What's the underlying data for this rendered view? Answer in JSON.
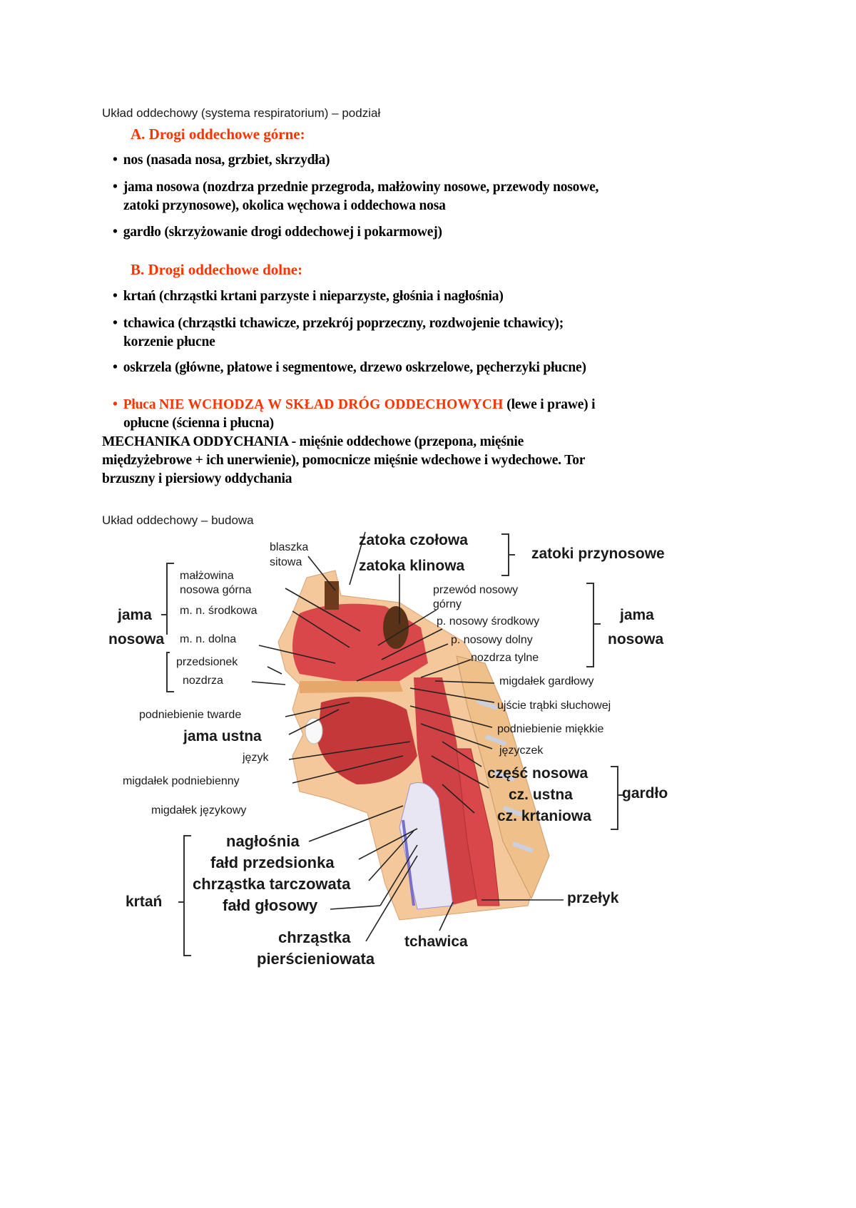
{
  "section1": {
    "title": "Układ oddechowy (systema respiratorium) – podział",
    "groupA": {
      "heading": "A.  Drogi oddechowe górne:",
      "items": [
        "nos (nasada nosa, grzbiet, skrzydła)",
        "jama nosowa (nozdrza przednie przegroda, małżowiny nosowe, przewody nosowe,",
        "zatoki przynosowe), okolica węchowa i oddechowa nosa",
        "gardło (skrzyżowanie drogi oddechowej i pokarmowej)"
      ]
    },
    "groupB": {
      "heading": "B.  Drogi oddechowe dolne:",
      "items": [
        "krtań (chrząstki krtani parzyste i nieparzyste, głośnia i nagłośnia)",
        "tchawica (chrząstki tchawicze, przekrój poprzeczny, rozdwojenie tchawicy);",
        "korzenie płucne",
        "oskrzela (główne, płatowe i segmentowe, drzewo oskrzelowe, pęcherzyki płucne)"
      ]
    },
    "lungs": {
      "prefix": "Płuca",
      "emphasis": "NIE WCHODZĄ W SKŁAD DRÓG ODDECHOWYCH",
      "suffix": " (lewe i prawe) i",
      "line2": "opłucne (ścienna i płucna)"
    },
    "mechanics": [
      "MECHANIKA ODDYCHANIA - mięśnie oddechowe (przepona, mięśnie",
      "międzyżebrowe + ich unerwienie), pomocnicze mięśnie wdechowe i wydechowe. Tor",
      "brzuszny i piersiowy oddychania"
    ]
  },
  "section2": {
    "title": "Układ oddechowy – budowa",
    "diagram": {
      "labels": {
        "blaszka": "blaszka",
        "sitowa": "sitowa",
        "zatoka_czolowa": "zatoka czołowa",
        "zatoka_klinowa": "zatoka klinowa",
        "zatoki_przynosowe": "zatoki przynosowe",
        "malzowina": "małżowina",
        "nosowa_gorna": "nosowa górna",
        "mn_srodkowa": "m. n. środkowa",
        "mn_dolna": "m. n. dolna",
        "jama_left": "jama",
        "nosowa_left": "nosowa",
        "przedsionek": "przedsionek",
        "nozdrza": "nozdrza",
        "przewod_nosowy": "przewód nosowy",
        "gorny": "górny",
        "p_srodkowy": "p. nosowy środkowy",
        "p_dolny": "p. nosowy dolny",
        "nozdrza_tylne": "nozdrza tylne",
        "jama_right": "jama",
        "nosowa_right": "nosowa",
        "migdalek_gardlowy": "migdałek gardłowy",
        "ujscie": "ujście trąbki słuchowej",
        "podniebienie_twarde": "podniebienie twarde",
        "jama_ustna": "jama ustna",
        "jezyk": "język",
        "podniebienie_miekkie": "podniebienie miękkie",
        "jezyczek": "języczek",
        "migdalek_podniebienny": "migdałek podniebienny",
        "migdalek_jezykowy": "migdałek językowy",
        "czesc_nosowa": "część nosowa",
        "cz_ustna": "cz. ustna",
        "cz_krtaniowa": "cz. krtaniowa",
        "gardlo": "gardło",
        "naglosnia": "nagłośnia",
        "fald_przedsionka": "fałd przedsionka",
        "chrzastka_tarczowata": "chrząstka tarczowata",
        "fald_glosowy": "fałd głosowy",
        "chrzastka": "chrząstka",
        "pierscieniowata": "pierścieniowata",
        "krtan": "krtań",
        "przelyk": "przełyk",
        "tchawica": "tchawica"
      }
    }
  },
  "colors": {
    "heading_red": "#ff3300",
    "text": "#000000",
    "tissue_red": "#d9474a",
    "bone": "#f2c089",
    "trachea": "#e6e4f0"
  }
}
